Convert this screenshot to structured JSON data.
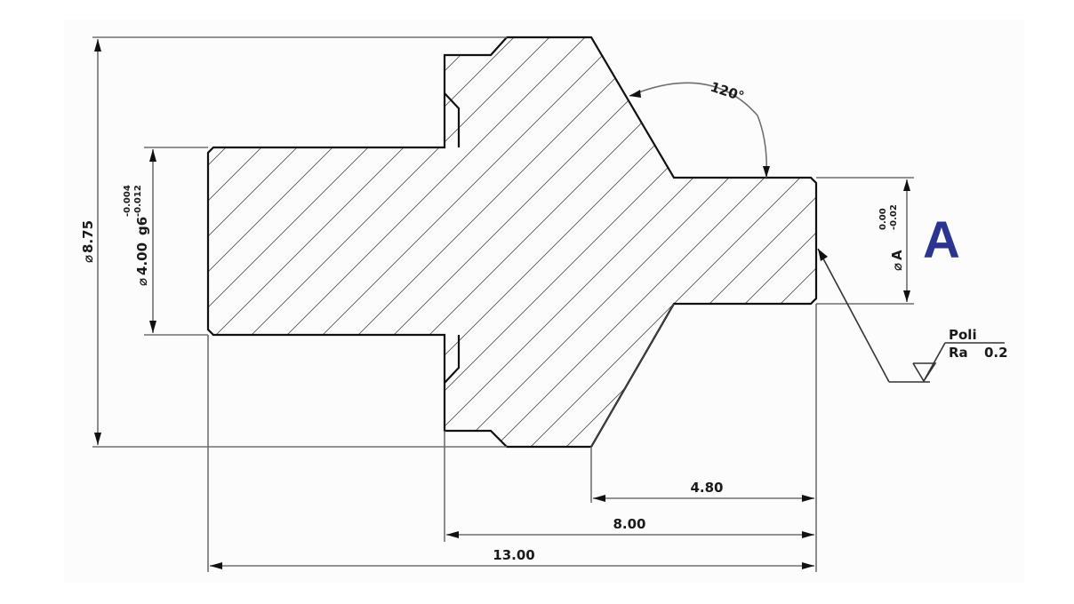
{
  "drawing": {
    "type": "technical-section-drawing",
    "part": "stepped shaft with 120° conical transition",
    "colors": {
      "outline": "#111111",
      "dimension_lines": "#6f6f6f",
      "hatch": "#555555",
      "datum_label": "#2b3590",
      "background": "#fcfcfc"
    }
  },
  "dimensions": {
    "overall_diameter": {
      "symbol": "⌀",
      "value": "8.75"
    },
    "shaft_diameter": {
      "symbol": "⌀",
      "value": "4.00",
      "fit": "g6",
      "upper_tolerance": "-0.004",
      "lower_tolerance": "-0.012"
    },
    "datum_diameter": {
      "symbol": "⌀",
      "value": "A",
      "upper_tolerance": "0.00",
      "lower_tolerance": "-0.02"
    },
    "angle": {
      "value": "120°"
    },
    "length_right": {
      "value": "4.80"
    },
    "length_middle": {
      "value": "8.00"
    },
    "length_overall": {
      "value": "13.00"
    }
  },
  "surface_finish": {
    "process": "Poli",
    "roughness_label": "Ra",
    "roughness_value": "0.2"
  },
  "datum_label": {
    "text": "A"
  }
}
